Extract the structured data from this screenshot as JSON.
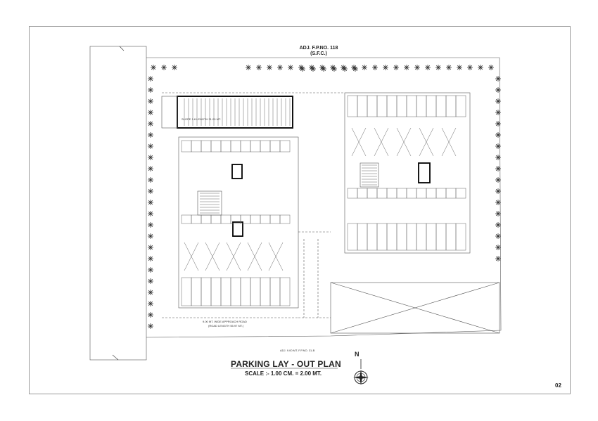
{
  "sheet": {
    "adjacent_label_line1": "ADJ. F.P.NO. 118",
    "adjacent_label_line2": "(S.F.C.)",
    "title": "PARKING LAY - OUT PLAN",
    "scale": "SCALE :- 1.00 CM. = 2.00 MT.",
    "page_number": "02",
    "north_label": "N"
  },
  "annotations": {
    "approach_road": "9.00 MT. WIDE APPROACH ROAD",
    "road_length": "(ROAD LENGTH 55.97 MT.)",
    "fp_note": "ADJ. 9.00 MT. F.P.NO. 31-B",
    "ramp_note": "SLOPE 1:8  LENGTH 31.00 MT."
  }
}
